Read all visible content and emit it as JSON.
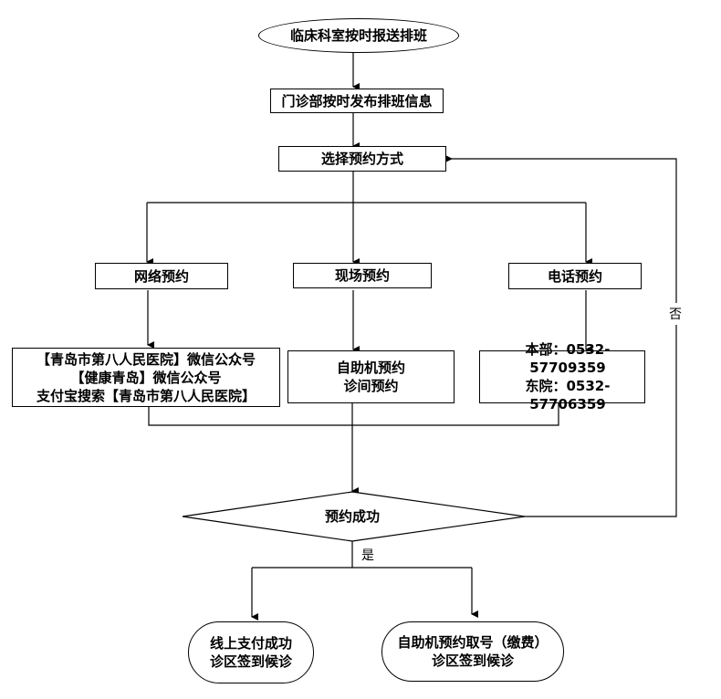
{
  "flowchart": {
    "start": "临床科室按时报送排班",
    "publish": "门诊部按时发布排班信息",
    "choose_method": "选择预约方式",
    "methods": [
      {
        "title": "网络预约",
        "details": [
          "【青岛市第八人民医院】微信公众号",
          "【健康青岛】微信公众号",
          "支付宝搜索【青岛市第八人民医院】"
        ]
      },
      {
        "title": "现场预约",
        "details": [
          "自助机预约",
          "诊间预约"
        ]
      },
      {
        "title": "电话预约",
        "details": [
          "本部：0532-57709359",
          "东院：0532-57706359"
        ]
      }
    ],
    "decision": "预约成功",
    "yes_label": "是",
    "no_label": "否",
    "outcomes": [
      {
        "lines": [
          "线上支付成功",
          "诊区签到候诊"
        ]
      },
      {
        "lines": [
          "自助机预约取号（缴费）",
          "诊区签到候诊"
        ]
      }
    ]
  }
}
